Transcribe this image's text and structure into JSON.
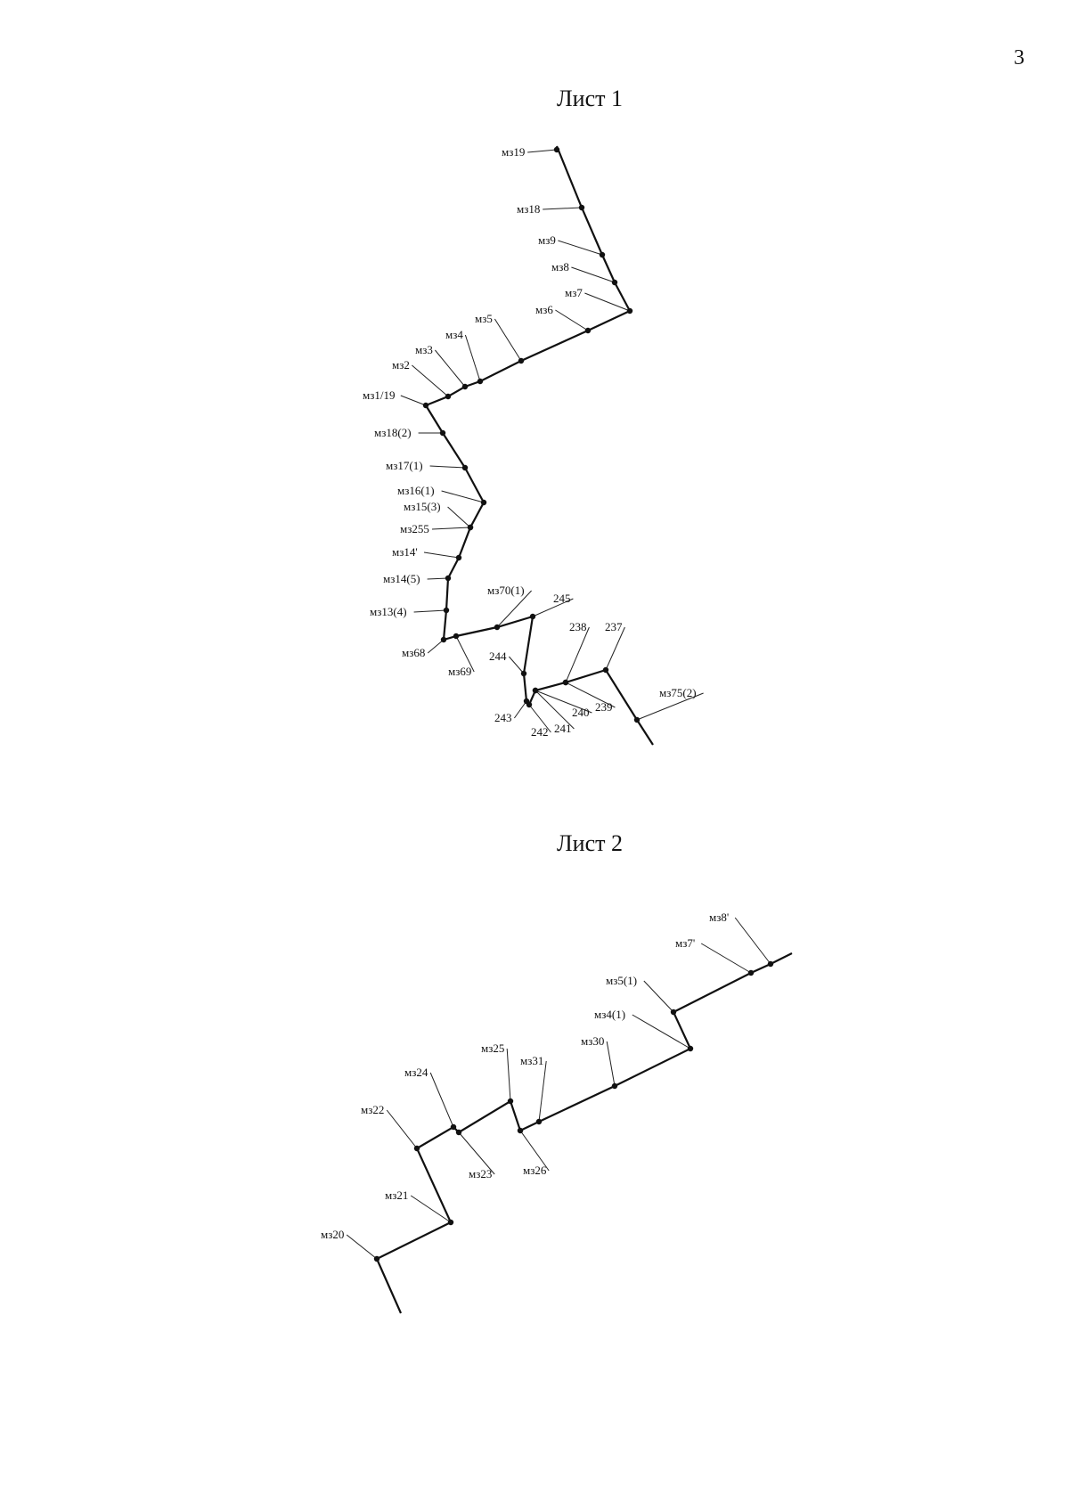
{
  "page_number": "3",
  "sheets": [
    {
      "title": "Лист 1",
      "labels": [
        "мз19",
        "мз18",
        "мз9",
        "мз8",
        "мз7",
        "мз6",
        "мз5",
        "мз4",
        "мз3",
        "мз2",
        "мз1/19",
        "мз18(2)",
        "мз17(1)",
        "мз16(1)",
        "мз15(3)",
        "мз255",
        "мз14'",
        "мз14(5)",
        "мз13(4)",
        "мз68",
        "мз69",
        "мз70(1)",
        "245",
        "244",
        "243",
        "242",
        "241",
        "240",
        "239",
        "238",
        "237",
        "мз75(2)"
      ]
    },
    {
      "title": "Лист 2",
      "labels": [
        "мз8'",
        "мз7'",
        "мз5(1)",
        "мз4(1)",
        "мз30",
        "мз31",
        "мз25",
        "мз24",
        "мз22",
        "мз23",
        "мз26",
        "мз21",
        "мз20"
      ]
    }
  ]
}
